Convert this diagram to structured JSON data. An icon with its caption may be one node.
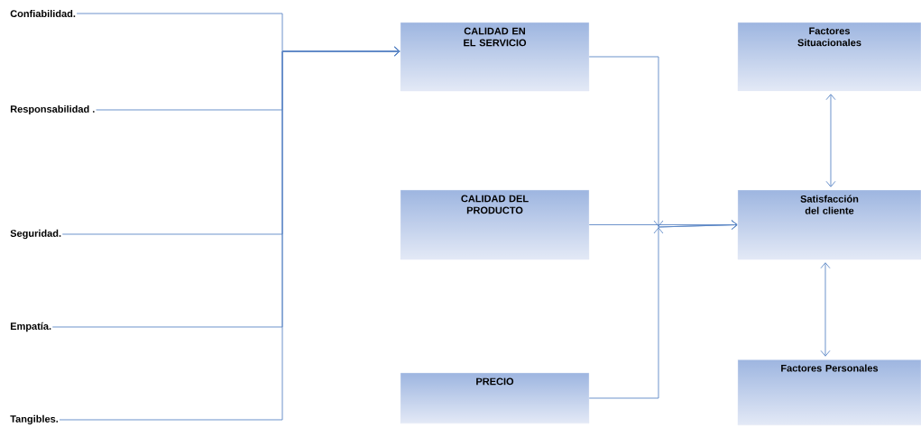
{
  "diagram": {
    "nodes": [
      {
        "text": [
          "Confiabilidad."
        ]
      },
      {
        "text": [
          "Responsabilidad ."
        ]
      },
      {
        "text": [
          "Seguridad."
        ]
      },
      {
        "text": [
          "Empatía."
        ]
      },
      {
        "text": [
          "Tangibles."
        ]
      },
      {
        "text": [
          "CALIDAD EN EL SERVICIO"
        ]
      },
      {
        "text": [
          "CALIDAD DEL PRODUCTO"
        ]
      },
      {
        "text": [
          "PRECIO"
        ]
      },
      {
        "text": [
          "Factores Situacionales"
        ]
      },
      {
        "text": [
          "Satisfacción del cliente"
        ]
      },
      {
        "text": [
          "Factores Personales"
        ]
      }
    ],
    "edges": [
      {
        "from": 0,
        "to": 5,
        "arrow": "to"
      },
      {
        "from": 1,
        "to": 5,
        "arrow": "to"
      },
      {
        "from": 2,
        "to": 5,
        "arrow": "to"
      },
      {
        "from": 3,
        "to": 5,
        "arrow": "to"
      },
      {
        "from": 4,
        "to": 5,
        "arrow": "to"
      },
      {
        "from": 5,
        "to": 9,
        "arrow": "to"
      },
      {
        "from": 6,
        "to": 9,
        "arrow": "to"
      },
      {
        "from": 7,
        "to": 9,
        "arrow": "to"
      },
      {
        "from": 8,
        "to": 9,
        "arrow": "both"
      },
      {
        "from": 9,
        "to": 10,
        "arrow": "both"
      }
    ]
  }
}
